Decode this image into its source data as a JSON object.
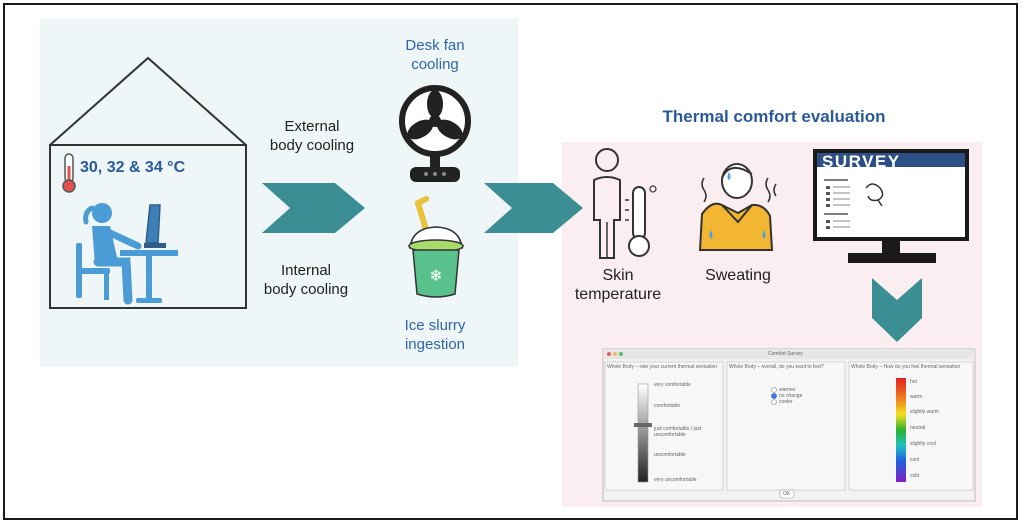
{
  "left_panel": {
    "temperature_label": "30, 32 & 34 °C",
    "external_cooling_label": "External\nbody cooling",
    "internal_cooling_label": "Internal\nbody cooling",
    "fan_label": "Desk fan\ncooling",
    "ice_label": "Ice slurry\ningestion"
  },
  "right_panel": {
    "title": "Thermal comfort evaluation",
    "skin_label": "Skin\ntemperature",
    "sweat_label": "Sweating",
    "survey_label": "SURVEY"
  },
  "questionnaire": {
    "window_title": "Comfort Survey",
    "col1_header": "Whole Body – rate your current thermal sensation",
    "col2_header": "Whole Body – overall, do you want to feel?",
    "col3_header": "Whole Body – How do you feel thermal sensation",
    "scale1": [
      "very comfortable",
      "comfortable",
      "just comfortable / just uncomfortable",
      "uncomfortable",
      "very uncomfortable"
    ],
    "options2": [
      "warmer",
      "no change",
      "cooler"
    ],
    "scale3": [
      "hot",
      "warm",
      "slightly warm",
      "neutral",
      "slightly cool",
      "cool",
      "cold"
    ],
    "ok_label": "OK"
  },
  "colors": {
    "teal_arrow": "#3b8f94",
    "left_panel_bg": "#eef6f7",
    "right_panel_bg": "#fbeef0",
    "title_blue": "#2a5a9a",
    "person_blue": "#4a9bd6"
  },
  "icons": [
    "thermometer-icon",
    "person-at-desk-icon",
    "desk-fan-icon",
    "ice-slurry-cup-icon",
    "skin-thermometer-person-icon",
    "sweating-person-icon",
    "survey-monitor-icon"
  ]
}
